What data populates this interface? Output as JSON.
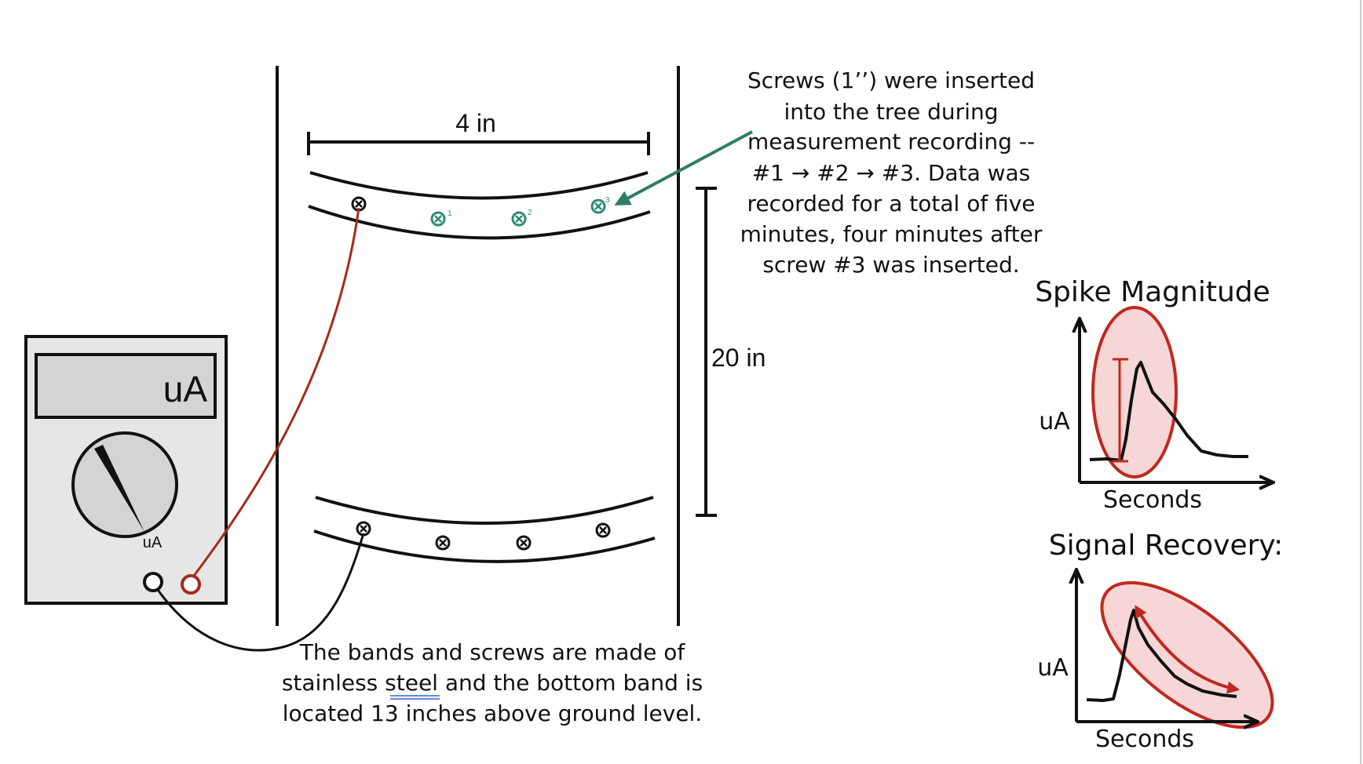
{
  "dimensions": {
    "width_label": "4 in",
    "height_label": "20 in"
  },
  "meter": {
    "display_unit": "uA",
    "dial_label": "uA"
  },
  "screw_numbers": [
    "1",
    "2",
    "3"
  ],
  "notes": {
    "screws": [
      "Screws (1’’) were inserted",
      "into the tree during",
      "measurement recording --",
      "#1 → #2 → #3. Data was",
      "recorded for a total of five",
      "minutes, four minutes after",
      "screw #3 was inserted."
    ],
    "bands": [
      "The bands and screws are made of",
      "stainless steel and the bottom band is",
      "located 13 inches above ground level."
    ]
  },
  "graphs": {
    "spike": {
      "title": "Spike Magnitude",
      "ylabel": "uA",
      "xlabel": "Seconds"
    },
    "recovery": {
      "title": "Signal Recovery:",
      "ylabel": "uA",
      "xlabel": "Seconds"
    }
  },
  "colors": {
    "ink": "#111111",
    "wire_red": "#a52a1c",
    "arrow_green": "#2e7d66",
    "screw_green": "#2e8b74",
    "highlight_fill": "#f6d6d6",
    "highlight_stroke": "#c0281e",
    "meter_body": "#e6e6e6",
    "meter_screen": "#d4d4d4",
    "spellcheck_underline": "#3a5fcd"
  }
}
